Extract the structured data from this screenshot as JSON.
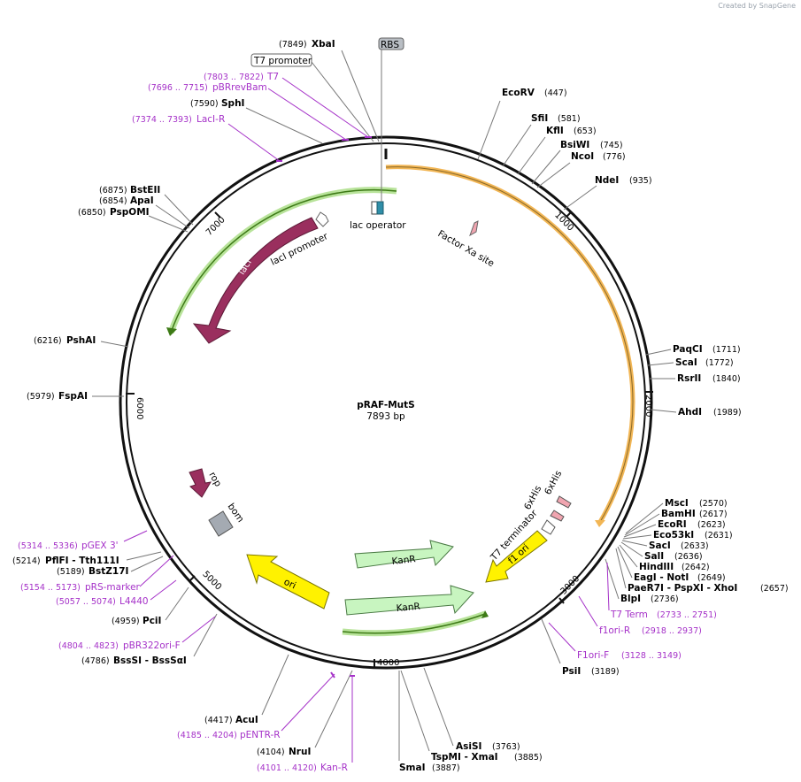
{
  "credit": "Created by SnapGene",
  "plasmid": {
    "name": "pRAF-MutS",
    "length": "7893 bp"
  },
  "ticks": [
    "1000",
    "2000",
    "3000",
    "4000",
    "5000",
    "6000",
    "7000"
  ],
  "top_labels": {
    "rbs": "RBS",
    "t7_promoter": "T7 promoter"
  },
  "enzymes": [
    {
      "name": "XbaI",
      "pos": "(7849)"
    },
    {
      "name": "SphI",
      "pos": "(7590)"
    },
    {
      "name": "EcoRV",
      "pos": "(447)"
    },
    {
      "name": "SfiI",
      "pos": "(581)"
    },
    {
      "name": "KflI",
      "pos": "(653)"
    },
    {
      "name": "BsiWI",
      "pos": "(745)"
    },
    {
      "name": "NcoI",
      "pos": "(776)"
    },
    {
      "name": "NdeI",
      "pos": "(935)"
    },
    {
      "name": "BstEII",
      "pos": "(6875)"
    },
    {
      "name": "ApaI",
      "pos": "(6854)"
    },
    {
      "name": "PspOMI",
      "pos": "(6850)"
    },
    {
      "name": "PshAI",
      "pos": "(6216)"
    },
    {
      "name": "FspAI",
      "pos": "(5979)"
    },
    {
      "name": "PaqCI",
      "pos": "(1711)"
    },
    {
      "name": "ScaI",
      "pos": "(1772)"
    },
    {
      "name": "RsrII",
      "pos": "(1840)"
    },
    {
      "name": "AhdI",
      "pos": "(1989)"
    },
    {
      "name": "MscI",
      "pos": "(2570)"
    },
    {
      "name": "BamHI",
      "pos": "(2617)"
    },
    {
      "name": "EcoRI",
      "pos": "(2623)"
    },
    {
      "name": "Eco53kI",
      "pos": "(2631)"
    },
    {
      "name": "SacI",
      "pos": "(2633)"
    },
    {
      "name": "SalI",
      "pos": "(2636)"
    },
    {
      "name": "HindIII",
      "pos": "(2642)"
    },
    {
      "name": "EagI - NotI",
      "pos": "(2649)"
    },
    {
      "name": "PaeR7I - PspXI - XhoI",
      "pos": "(2657)"
    },
    {
      "name": "BlpI",
      "pos": "(2736)"
    },
    {
      "name": "PsiI",
      "pos": "(3189)"
    },
    {
      "name": "AsiSI",
      "pos": "(3763)"
    },
    {
      "name": "TspMI - XmaI",
      "pos": "(3885)"
    },
    {
      "name": "SmaI",
      "pos": "(3887)"
    },
    {
      "name": "NruI",
      "pos": "(4104)"
    },
    {
      "name": "AcuI",
      "pos": "(4417)"
    },
    {
      "name": "BssSI - BssSαI",
      "pos": "(4786)"
    },
    {
      "name": "PciI",
      "pos": "(4959)"
    },
    {
      "name": "BstZ17I",
      "pos": "(5189)"
    },
    {
      "name": "PflFI - Tth111I",
      "pos": "(5214)"
    }
  ],
  "primers": [
    {
      "name": "T7",
      "pos": "(7803 .. 7822)"
    },
    {
      "name": "pBRrevBam",
      "pos": "(7696 .. 7715)"
    },
    {
      "name": "LacI-R",
      "pos": "(7374 .. 7393)"
    },
    {
      "name": "T7 Term",
      "pos": "(2733 .. 2751)"
    },
    {
      "name": "f1ori-R",
      "pos": "(2918 .. 2937)"
    },
    {
      "name": "F1ori-F",
      "pos": "(3128 .. 3149)"
    },
    {
      "name": "pENTR-R",
      "pos": "(4185 .. 4204)"
    },
    {
      "name": "Kan-R",
      "pos": "(4101 .. 4120)"
    },
    {
      "name": "pBR322ori-F",
      "pos": "(4804 .. 4823)"
    },
    {
      "name": "L4440",
      "pos": "(5057 .. 5074)"
    },
    {
      "name": "pRS-marker",
      "pos": "(5154 .. 5173)"
    },
    {
      "name": "pGEX 3'",
      "pos": "(5314 .. 5336)"
    }
  ],
  "features": {
    "lac_operator": "lac operator",
    "laci_promoter": "lacI promoter",
    "laci": "lacI",
    "factor_xa": "Factor Xa site",
    "rop": "rop",
    "bom": "bom",
    "ori": "ori",
    "kanr": "KanR",
    "t7_terminator": "T7 terminator",
    "f1_ori": "f1 ori",
    "his1": "6xHis",
    "his2": "6xHis"
  },
  "colors": {
    "orange_orf": "#f2b655",
    "green_orf": "#7ec33a",
    "laci": "#9a2f5e",
    "ori": "#fff200",
    "kanr": "#c8f5c0",
    "primer": "#a531c8"
  }
}
